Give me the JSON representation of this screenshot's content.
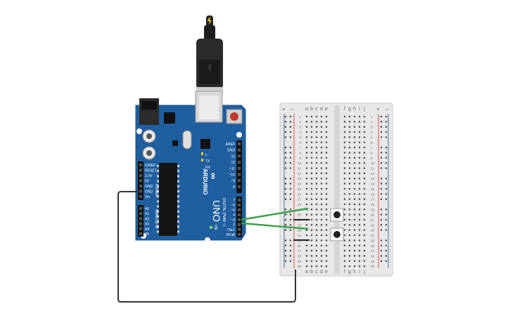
{
  "arduino": {
    "brand": "ARDUINO",
    "model": "UNO",
    "on_label": "ON",
    "analog_label": "ANALOG IN",
    "power_label": "POWER",
    "digital_label": "DIGITAL (PWM ~)",
    "tx_label": "TX",
    "rx_label": "RX",
    "l_label": "L",
    "power_pins": [
      "IOREF",
      "RESET",
      "3.3V",
      "5V",
      "GND",
      "GND",
      "Vin"
    ],
    "analog_pins": [
      "A0",
      "A1",
      "A2",
      "A3",
      "A4",
      "A5"
    ],
    "digital_top": [
      "AREF",
      "GND",
      "13",
      "12",
      "~11",
      "~10",
      "~9",
      "8"
    ],
    "digital_bottom": [
      "7",
      "~6",
      "~5",
      "4",
      "~3",
      "2",
      "TX▸1",
      "RX◂0"
    ]
  },
  "breadboard": {
    "plus": "+",
    "minus": "−",
    "cols_left": [
      "a",
      "b",
      "c",
      "d",
      "e"
    ],
    "cols_right": [
      "f",
      "g",
      "h",
      "i",
      "j"
    ],
    "rows": [
      "1",
      "2",
      "3",
      "4",
      "5",
      "6",
      "7",
      "8",
      "9",
      "10",
      "11",
      "12",
      "13",
      "14",
      "15",
      "16",
      "17",
      "18",
      "19",
      "20",
      "21",
      "22",
      "23",
      "24",
      "25",
      "26",
      "27",
      "28",
      "29",
      "30"
    ]
  },
  "wires": {
    "green": "#3aa34a",
    "black": "#333333"
  },
  "colors": {
    "board": "#1f5fa0",
    "board_edge": "#1a4f86",
    "breadboard": "#e8e8e8",
    "rail_red": "#d9534f",
    "rail_blue": "#4a6fa5"
  }
}
